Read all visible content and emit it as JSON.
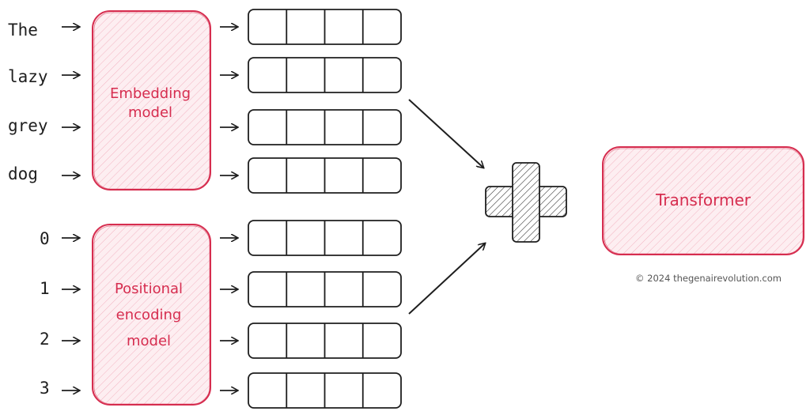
{
  "tokens": [
    {
      "label": "The"
    },
    {
      "label": "lazy"
    },
    {
      "label": "grey"
    },
    {
      "label": "dog"
    }
  ],
  "positions": [
    {
      "label": "0"
    },
    {
      "label": "1"
    },
    {
      "label": "2"
    },
    {
      "label": "3"
    }
  ],
  "embedding_model": {
    "line1": "Embedding",
    "line2": "model"
  },
  "positional_model": {
    "line1": "Positional",
    "line2": "encoding",
    "line3": "model"
  },
  "transformer": {
    "label": "Transformer"
  },
  "copyright": "© 2024 thegenairevolution.com",
  "vector_cells": 4,
  "colors": {
    "accent": "#d62d4f",
    "box_fill": "#fde8ec",
    "stroke": "#1e1e1e"
  }
}
